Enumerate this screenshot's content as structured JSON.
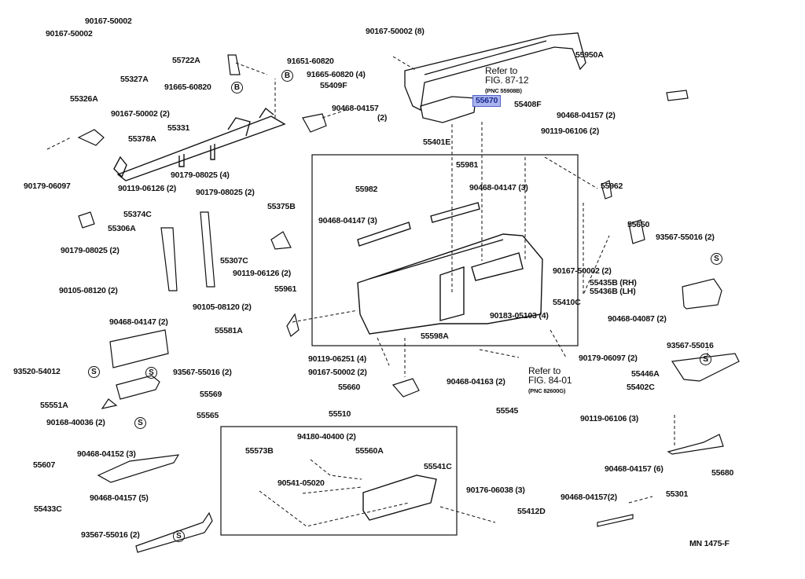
{
  "diagram_code": "MN 1475-F",
  "highlighted_part": "55670",
  "highlight_color": "#aab4ee",
  "callout_symbols": {
    "bolt": "B",
    "screw": "S"
  },
  "part_labels": [
    "90167-50002",
    "90167-50002",
    "55327A",
    "55326A",
    "55722A",
    "91651-60820",
    "91665-60820 (4)",
    "91665-60820",
    "55409F",
    "90468-04157",
    "(2)",
    "90167-50002 (2)",
    "55378A",
    "55331",
    "90179-08025 (4)",
    "90179-06097",
    "90119-06126 (2)",
    "90179-08025 (2)",
    "55374C",
    "55375B",
    "55306A",
    "90179-08025 (2)",
    "55307C",
    "90119-06126 (2)",
    "55961",
    "90105-08120 (2)",
    "90105-08120 (2)",
    "90468-04147 (2)",
    "55581A",
    "93520-54012",
    "93567-55016 (2)",
    "55569",
    "55551A",
    "55565",
    "90168-40036 (2)",
    "55607",
    "90468-04152 (3)",
    "90468-04157 (5)",
    "55433C",
    "93567-55016 (2)",
    "55510",
    "94180-40400 (2)",
    "55573B",
    "55560A",
    "90541-05020",
    "55541C",
    "90176-06038 (3)",
    "90167-50002 (8)",
    "55950A",
    "55670",
    "55408F",
    "90468-04157 (2)",
    "90119-06106 (2)",
    "55401E",
    "55981",
    "55982",
    "90468-04147 (3)",
    "90468-04147 (3)",
    "55962",
    "55650",
    "93567-55016 (2)",
    "90167-50002 (2)",
    "55435B (RH)",
    "55436B (LH)",
    "55410C",
    "90468-04087 (2)",
    "90183-05103 (4)",
    "55598A",
    "90119-06251 (4)",
    "90167-50002 (2)",
    "55660",
    "90468-04163 (2)",
    "55545",
    "90179-06097 (2)",
    "93567-55016",
    "55446A",
    "55402C",
    "90119-06106 (3)",
    "90468-04157 (6)",
    "55680",
    "55301",
    "90468-04157(2)",
    "55412D"
  ],
  "references": [
    {
      "line1": "Refer to",
      "line2": "FIG. 87-12",
      "line3": "(PNC 55908B)"
    },
    {
      "line1": "Refer to",
      "line2": "FIG. 84-01",
      "line3": "(PNC 82600G)"
    }
  ]
}
